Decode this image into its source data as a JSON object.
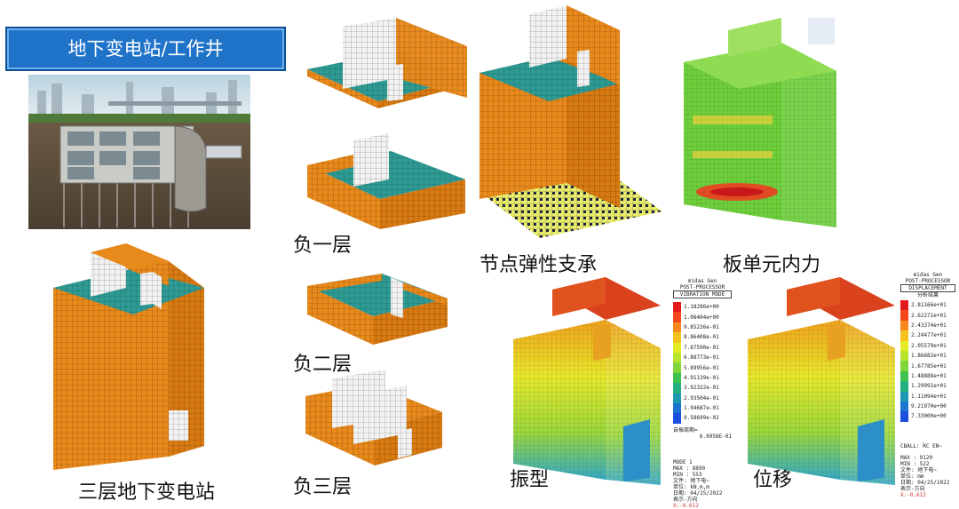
{
  "title": "地下变电站/工作井",
  "captions": {
    "main": "三层地下变电站",
    "b1": "负一层",
    "b2": "负二层",
    "b3": "负三层",
    "spring": "节点弹性支承",
    "plate": "板单元内力",
    "mode": "振型",
    "disp": "位移"
  },
  "colors": {
    "orange": "#e8891c",
    "teal": "#2f9a93",
    "white": "#f4f4f4",
    "title_blue": "#1f73c9"
  },
  "legend_mode": {
    "header": [
      "midas Gen",
      "POST-PROCESSOR",
      "VIBRATION MODE"
    ],
    "values": [
      "1.18286e+00",
      "1.08404e+00",
      "9.85226e-01",
      "8.86408e-01",
      "7.87590e-01",
      "6.88773e-01",
      "5.89956e-01",
      "4.91139e-01",
      "3.92322e-01",
      "2.93504e-01",
      "1.94687e-01",
      "9.58699e-02"
    ],
    "note1": "自振周期=",
    "note2": "6.0958E-01",
    "mode": "MODE 1",
    "max": "MAX : 8899",
    "min": "MIN : 553",
    "file": "文件: 地下电~",
    "unit": "单位: kN,m,m",
    "date": "日期: 04/25/2022",
    "view": "表示-方向",
    "coord": "X:-0.612"
  },
  "legend_disp": {
    "header": [
      "midas Gen",
      "POST-PROCESSOR",
      "DISPLACEMENT"
    ],
    "sub": "分析结果",
    "values": [
      "2.81166e+01",
      "2.62271e+01",
      "2.43374e+01",
      "2.24477e+01",
      "2.05579e+01",
      "1.86682e+01",
      "1.67785e+01",
      "1.48888e+01",
      "1.29991e+01",
      "1.11094e+01",
      "9.21970e+00",
      "7.33000e+00"
    ],
    "cball": "CBALL: RC EN~",
    "max": "MAX : 9120",
    "min": "MIN : 522",
    "file": "文件: 地下电~",
    "unit": "单位: mm",
    "date": "日期: 04/25/2022",
    "view": "表示-方向",
    "coord": "X:-0.612"
  }
}
